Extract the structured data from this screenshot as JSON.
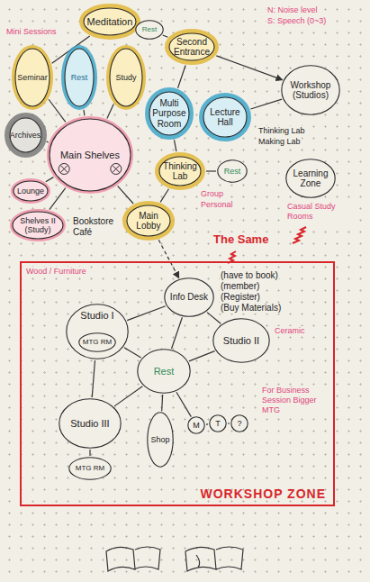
{
  "diagram": {
    "nodes": [
      {
        "text": [
          "Meditation"
        ]
      },
      {
        "text": [
          "Rest"
        ]
      },
      {
        "text": [
          "Second Entrance"
        ]
      },
      {
        "text": [
          "Seminar"
        ]
      },
      {
        "text": [
          "Rest"
        ]
      },
      {
        "text": [
          "Study"
        ]
      },
      {
        "text": [
          "Archives"
        ]
      },
      {
        "text": [
          "Main Shelves"
        ]
      },
      {
        "text": [
          "Lounge"
        ]
      },
      {
        "text": [
          "Shelves II (Study)"
        ]
      },
      {
        "text": [
          "Multi Purpose Room"
        ]
      },
      {
        "text": [
          "Lecture Hall"
        ]
      },
      {
        "text": [
          "Workshop (Studios)"
        ]
      },
      {
        "text": [
          "Thinking Lab"
        ]
      },
      {
        "text": [
          "Rest"
        ]
      },
      {
        "text": [
          "Main Lobby"
        ]
      },
      {
        "text": [
          "Learning Zone"
        ]
      },
      {
        "text": [
          "WORKSHOP ZONE"
        ]
      },
      {
        "text": [
          "Info Desk"
        ],
        "in": 17
      },
      {
        "text": [
          "Studio I"
        ],
        "in": 17
      },
      {
        "text": [
          "MTG RM"
        ],
        "in": 19
      },
      {
        "text": [
          "Studio II"
        ],
        "in": 17
      },
      {
        "text": [
          "Rest"
        ],
        "in": 17
      },
      {
        "text": [
          "Studio III"
        ],
        "in": 17
      },
      {
        "text": [
          "MTG RM"
        ],
        "in": 17
      },
      {
        "text": [
          "Shop"
        ],
        "in": 17
      },
      {
        "text": [
          "M"
        ],
        "in": 17
      },
      {
        "text": [
          "T"
        ],
        "in": 17
      },
      {
        "text": [
          "?"
        ],
        "in": 17
      }
    ],
    "edges": [
      {
        "from": 0,
        "to": 1,
        "arrow": "none"
      },
      {
        "from": 0,
        "to": 3,
        "arrow": "none"
      },
      {
        "from": 1,
        "to": 2,
        "arrow": "none"
      },
      {
        "from": 2,
        "to": 10,
        "arrow": "none"
      },
      {
        "from": 2,
        "to": 12,
        "arrow": "to"
      },
      {
        "from": 3,
        "to": 7,
        "arrow": "none"
      },
      {
        "from": 4,
        "to": 7,
        "arrow": "none"
      },
      {
        "from": 5,
        "to": 7,
        "arrow": "none"
      },
      {
        "from": 6,
        "to": 7,
        "arrow": "none"
      },
      {
        "from": 7,
        "to": 8,
        "arrow": "none"
      },
      {
        "from": 9,
        "to": 7,
        "arrow": "none"
      },
      {
        "from": 7,
        "to": 15,
        "arrow": "none"
      },
      {
        "from": 10,
        "to": 13,
        "arrow": "none"
      },
      {
        "from": 11,
        "to": 12,
        "arrow": "none"
      },
      {
        "from": 13,
        "to": 15,
        "arrow": "none"
      },
      {
        "from": 14,
        "to": 13,
        "arrow": "none"
      },
      {
        "from": 15,
        "to": 18,
        "arrow": "to"
      },
      {
        "from": 18,
        "to": 19,
        "arrow": "none"
      },
      {
        "from": 18,
        "to": 21,
        "arrow": "none"
      },
      {
        "from": 18,
        "to": 22,
        "arrow": "none"
      },
      {
        "from": 19,
        "to": 22,
        "arrow": "none"
      },
      {
        "from": 21,
        "to": 22,
        "arrow": "none"
      },
      {
        "from": 22,
        "to": 23,
        "arrow": "none"
      },
      {
        "from": 22,
        "to": 25,
        "arrow": "none"
      },
      {
        "from": 22,
        "to": 26,
        "arrow": "none"
      },
      {
        "from": 19,
        "to": 23,
        "arrow": "none"
      },
      {
        "from": 26,
        "to": 27,
        "arrow": "none"
      },
      {
        "from": 27,
        "to": 28,
        "arrow": "none"
      },
      {
        "from": 23,
        "to": 24,
        "arrow": "none"
      }
    ],
    "labels": [
      "Bookstore Café",
      "Thinking Lab",
      "Making Lab",
      "The Same",
      "Group",
      "Personal",
      "Casual Study Rooms",
      "N: Noise level",
      "S: Speech (0~3)",
      "Mini Sessions",
      "Wood / Furniture",
      "(have to book)",
      "(member)",
      "(Register)",
      "(Buy Materials)",
      "Ceramic",
      "For Business Session Bigger MTG"
    ]
  }
}
